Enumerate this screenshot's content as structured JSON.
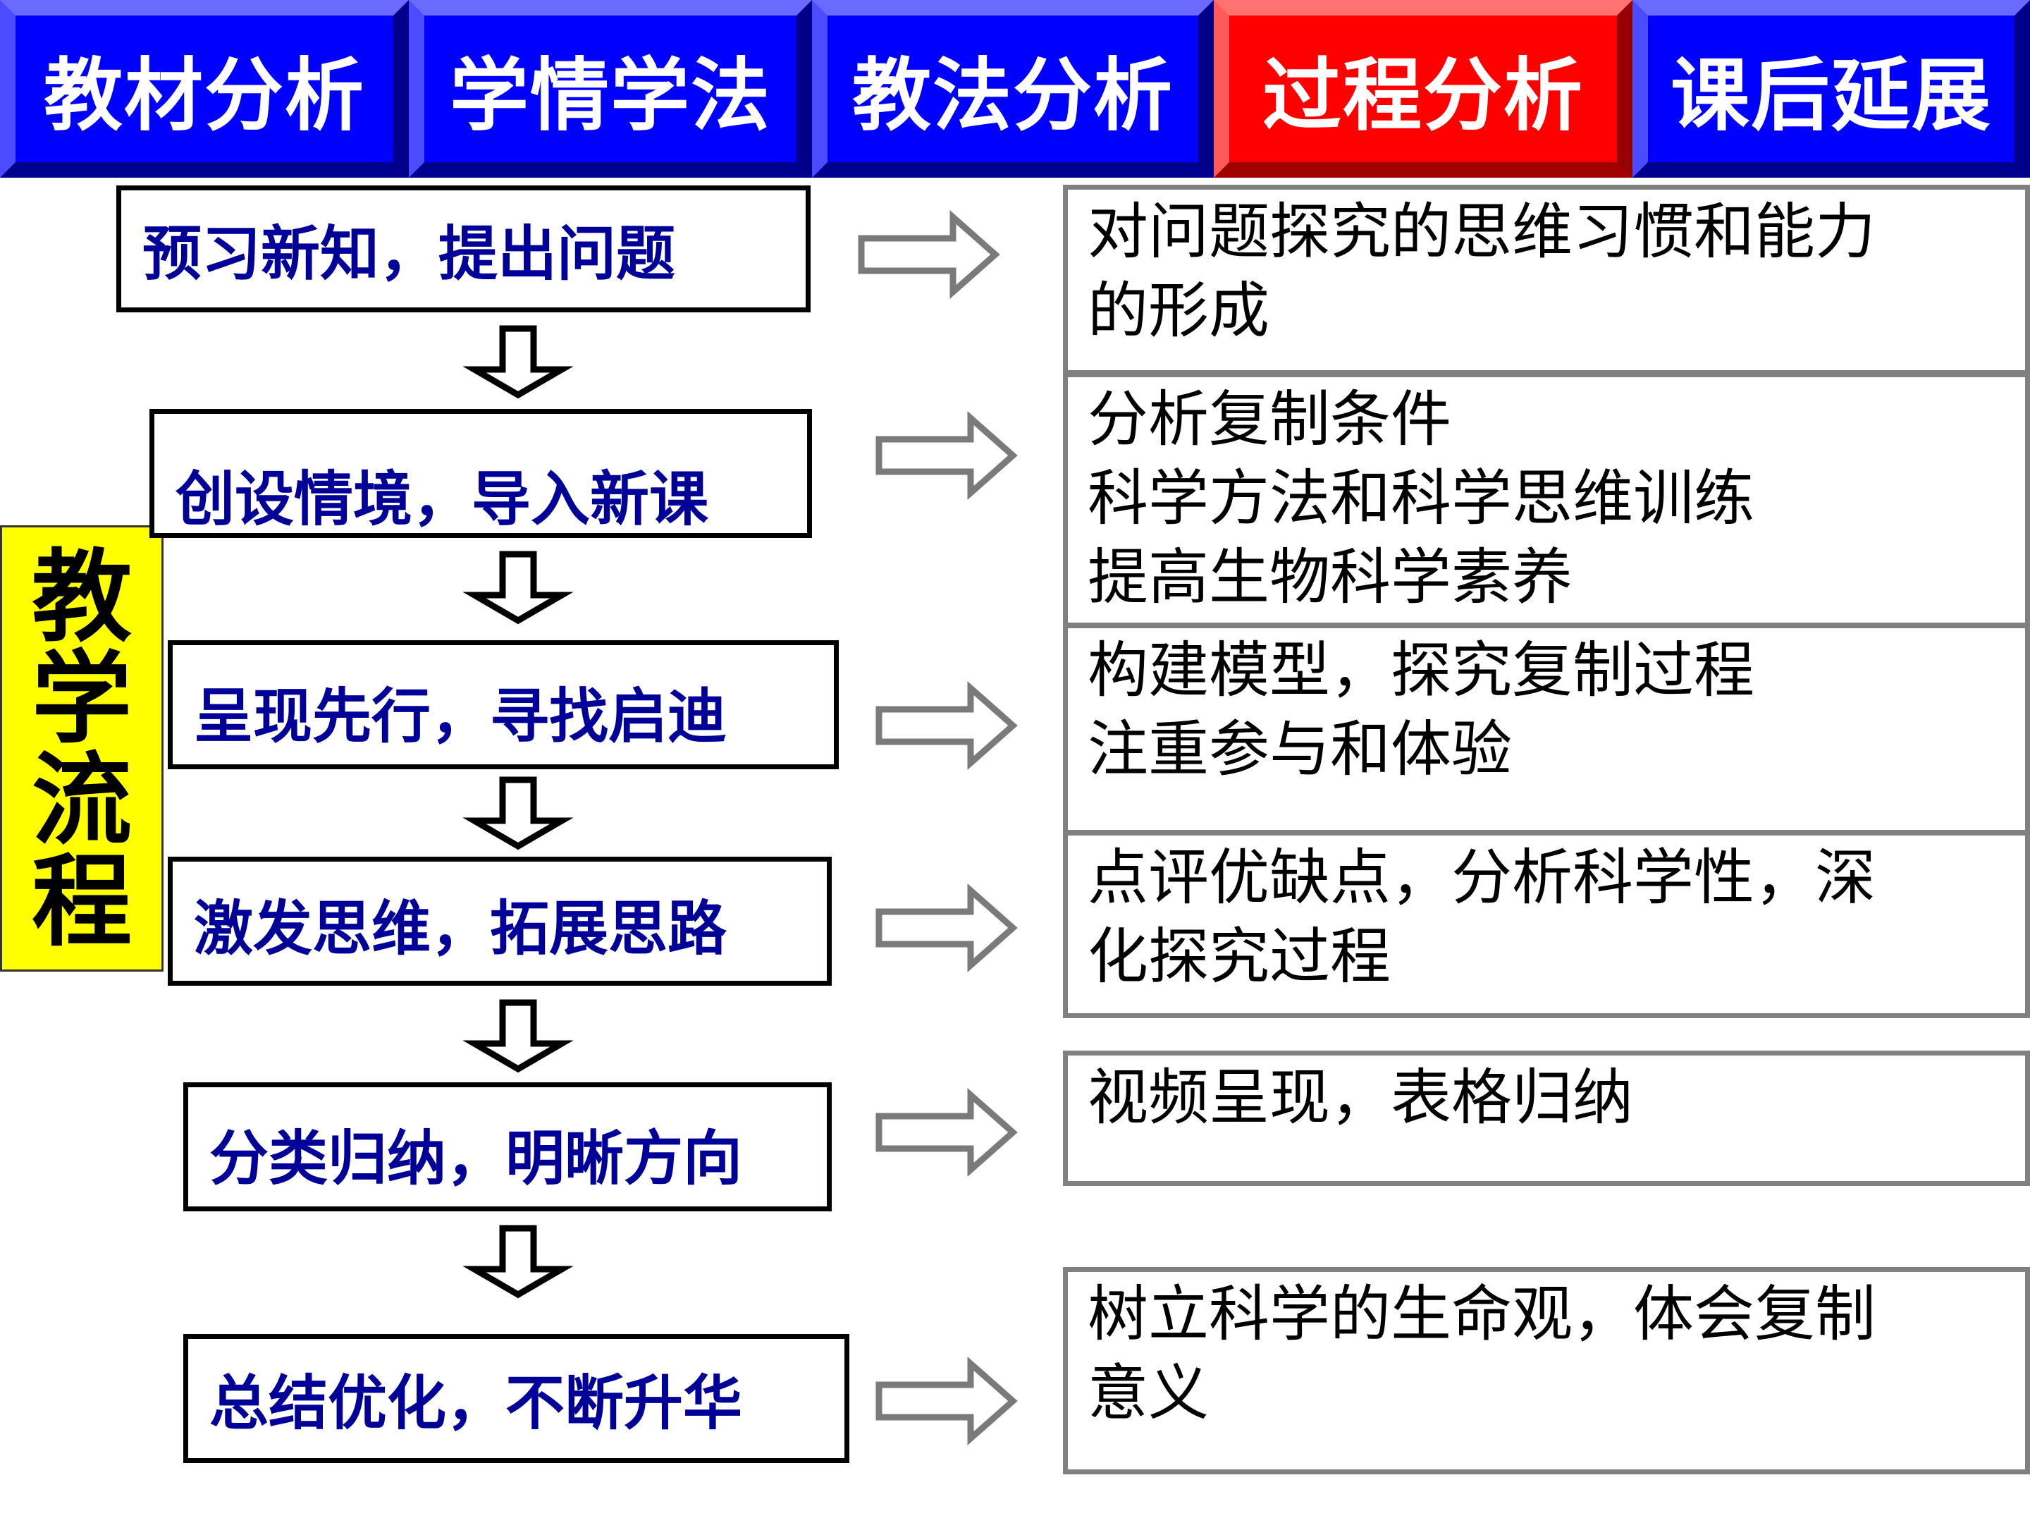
{
  "tabs": [
    {
      "label": "教材分析",
      "active": false
    },
    {
      "label": "学情学法",
      "active": false
    },
    {
      "label": "教法分析",
      "active": false
    },
    {
      "label": "过程分析",
      "active": true
    },
    {
      "label": "课后延展",
      "active": false
    }
  ],
  "side_label": [
    "教",
    "学",
    "流",
    "程"
  ],
  "steps": [
    "预习新知，提出问题",
    "创设情境，导入新课",
    "呈现先行，寻找启迪",
    "激发思维，拓展思路",
    "分类归纳，明晰方向",
    "总结优化，不断升华"
  ],
  "notes": [
    [
      "对问题探究的思维习惯和能力",
      "的形成"
    ],
    [
      "分析复制条件",
      "科学方法和科学思维训练",
      "提高生物科学素养"
    ],
    [
      "构建模型，探究复制过程",
      "注重参与和体验"
    ],
    [
      "点评优缺点，分析科学性，深",
      "化探究过程"
    ],
    [
      "视频呈现，表格归纳"
    ],
    [
      "树立科学的生命观，体会复制",
      "意义"
    ]
  ],
  "colors": {
    "tab_blue": "#0000ff",
    "tab_active_red": "#ff0000",
    "step_text": "#000099",
    "side_label_bg": "#ffff00",
    "note_border": "#808080"
  }
}
